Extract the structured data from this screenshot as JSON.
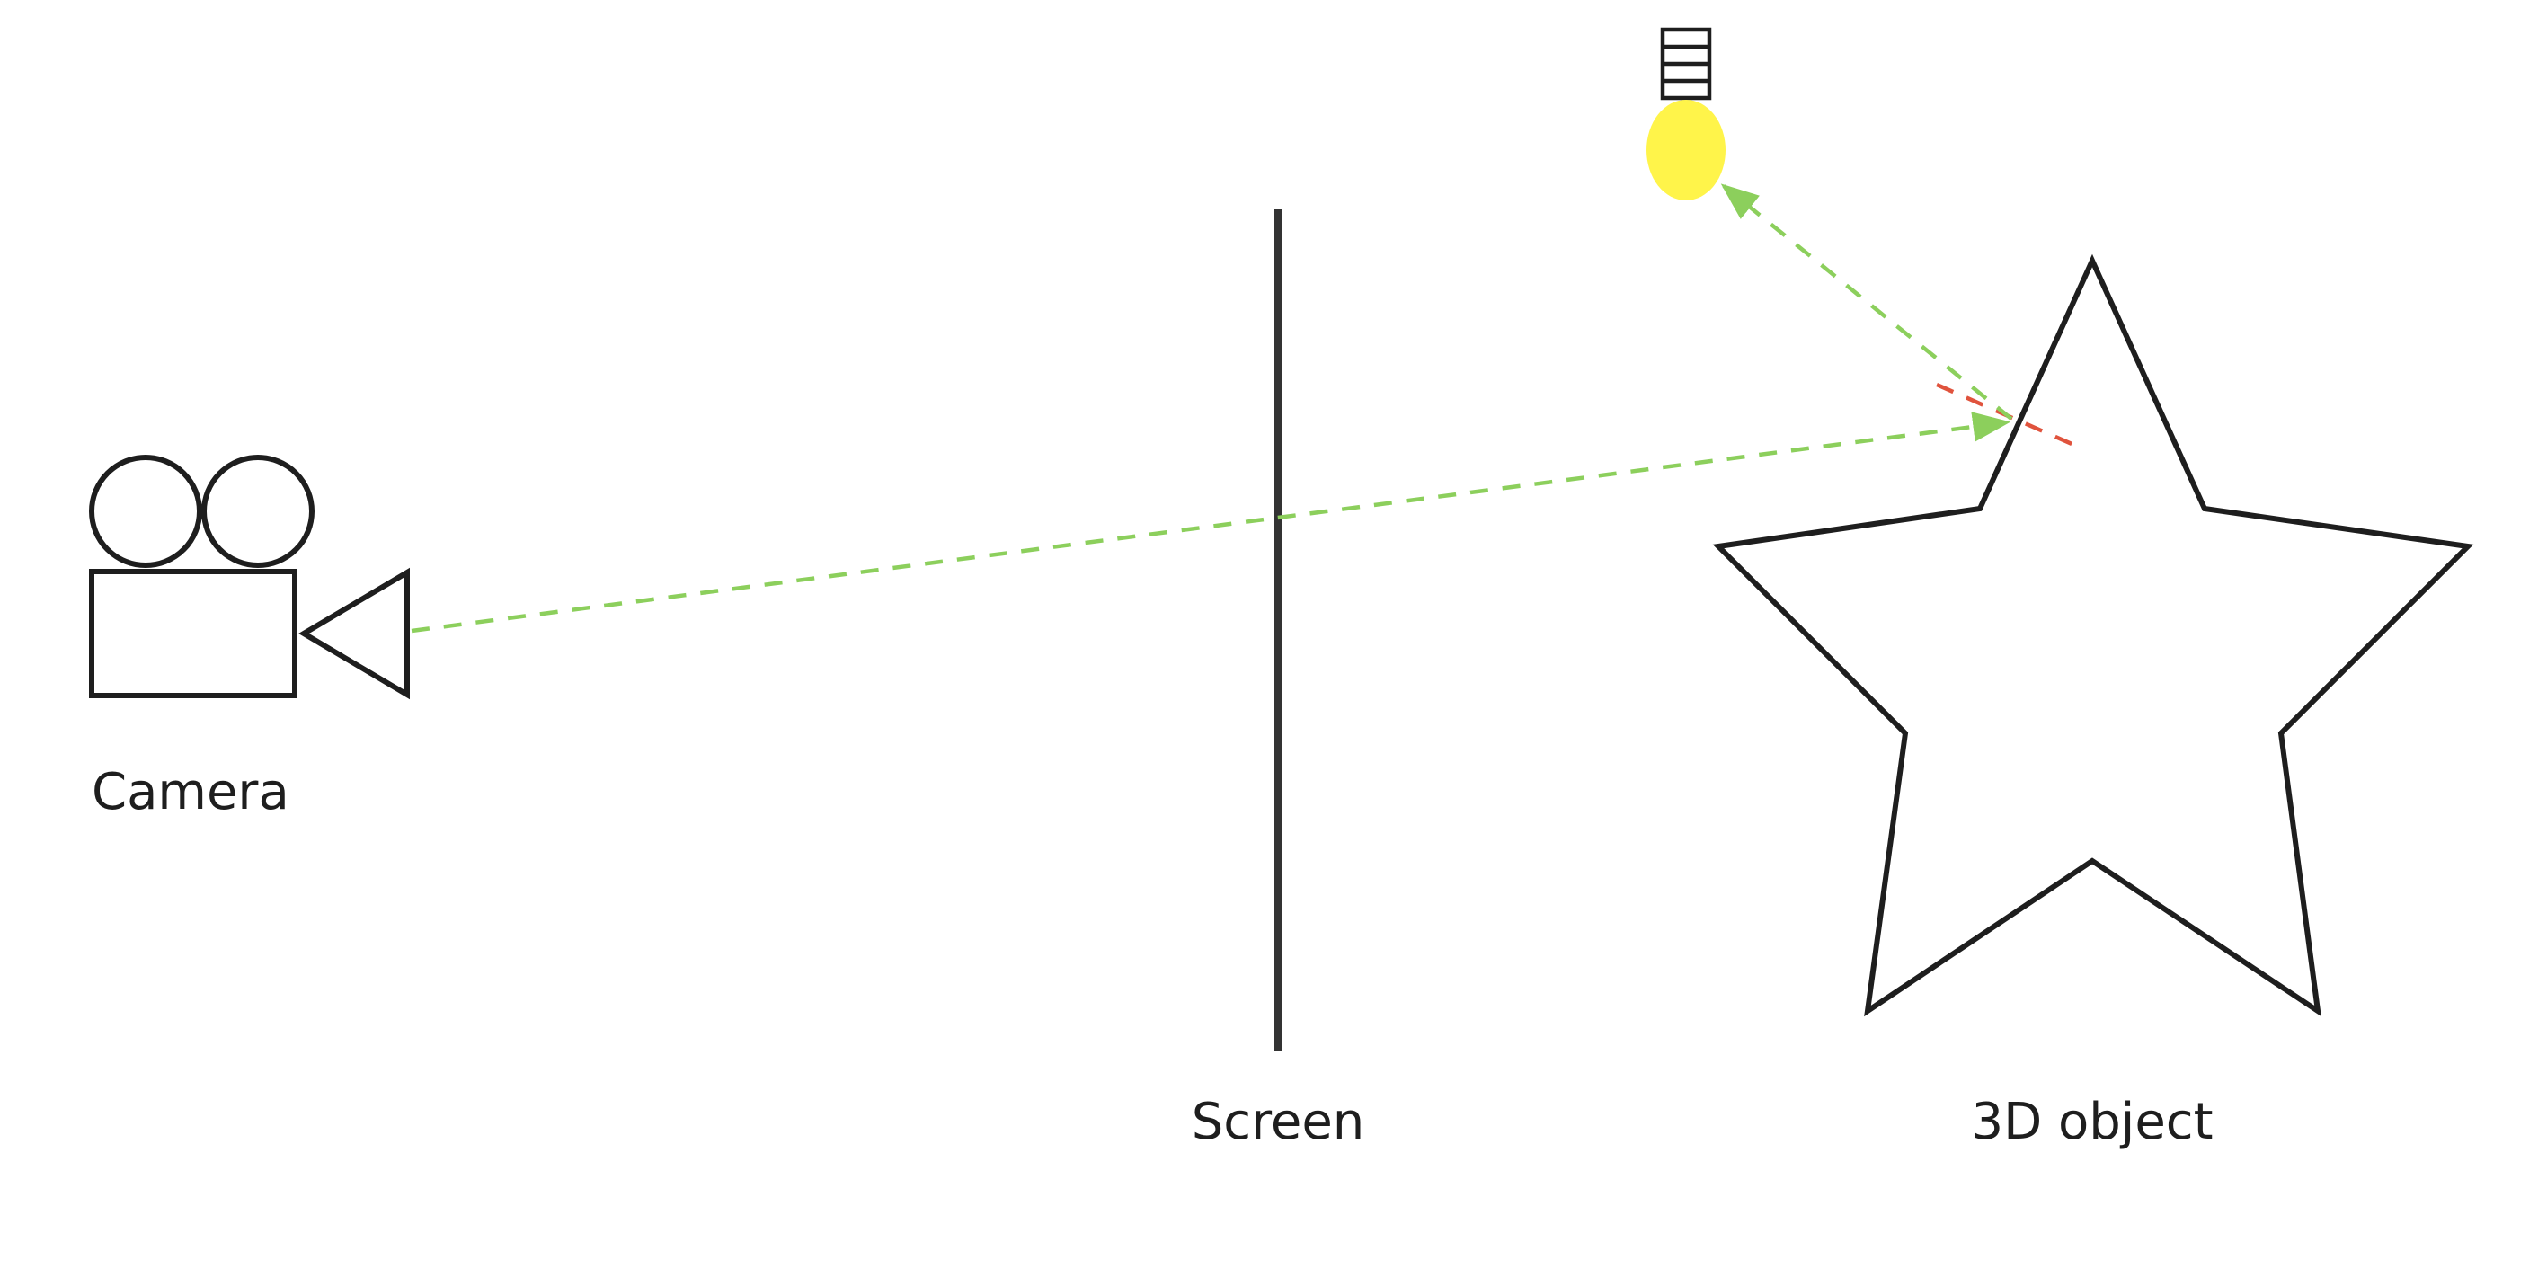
{
  "labels": {
    "camera": "Camera",
    "screen": "Screen",
    "object": "3D object"
  },
  "icons": {
    "camera": "video-camera-icon",
    "light": "light-bulb-icon",
    "object": "star-shape"
  },
  "colors": {
    "outline": "#1e1e1e",
    "screen_line": "#333333",
    "ray": "#8ccf5c",
    "normal": "#e0533d",
    "light_bulb": "#fff44a",
    "background": "#ffffff"
  }
}
